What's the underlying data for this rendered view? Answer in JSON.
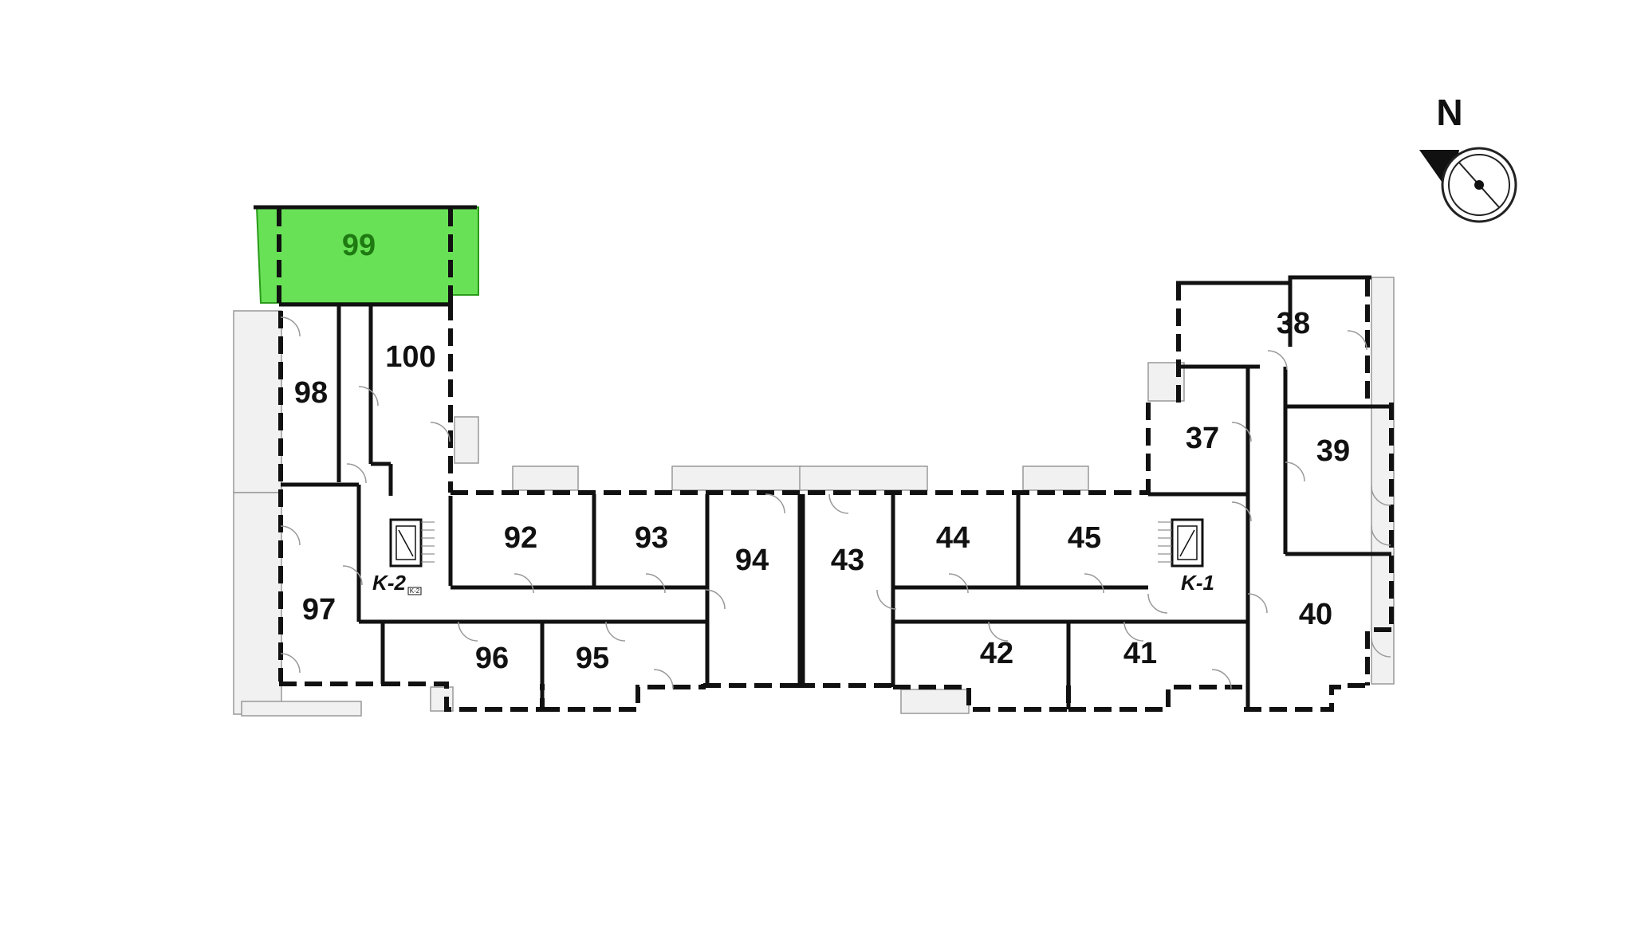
{
  "compass": {
    "north_label": "N",
    "icon": "compass-icon"
  },
  "highlight_color": "#4fdc3a",
  "selected_unit": "99",
  "rooms": {
    "r99": "99",
    "r100": "100",
    "r98": "98",
    "r97": "97",
    "r96": "96",
    "r95": "95",
    "r92": "92",
    "r93": "93",
    "r94": "94",
    "r43": "43",
    "r44": "44",
    "r45": "45",
    "r42": "42",
    "r41": "41",
    "r37": "37",
    "r38": "38",
    "r39": "39",
    "r40": "40"
  },
  "stairs": {
    "k2": "K-2",
    "k2_tag": "K-2",
    "k1": "K-1"
  }
}
